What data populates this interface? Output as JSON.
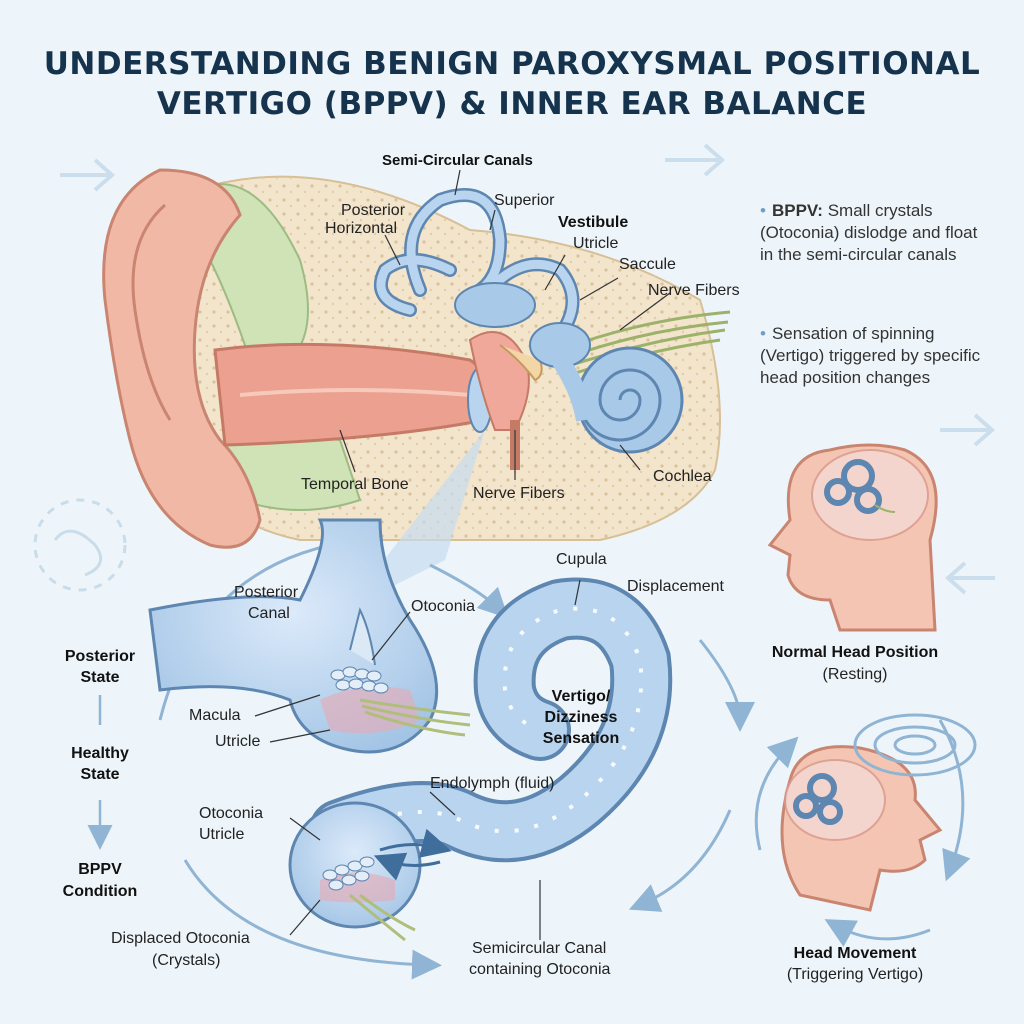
{
  "title": {
    "line1": "UNDERSTANDING BENIGN PAROXYSMAL POSITIONAL",
    "line2": "VERTIGO (BPPV) & INNER EAR BALANCE"
  },
  "ear_labels": {
    "semi_circular_canals": "Semi-Circular Canals",
    "superior": "Superior",
    "posterior": "Posterior",
    "horizontal": "Horizontal",
    "vestibule": "Vestibule",
    "utricle": "Utricle",
    "saccule": "Saccule",
    "nerve_fibers_top": "Nerve Fibers",
    "temporal_bone": "Temporal Bone",
    "nerve_fibers_bottom": "Nerve Fibers",
    "cochlea": "Cochlea"
  },
  "bullets": [
    {
      "bold": "BPPV:",
      "text": " Small crystals (Otoconia) dislodge and float in the semi-circular canals"
    },
    {
      "bold": "",
      "text": "Sensation of spinning (Vertigo) triggered by specific head position changes"
    }
  ],
  "detail_labels": {
    "posterior_canal_1": "Posterior",
    "posterior_canal_2": "Canal",
    "otoconia": "Otoconia",
    "macula": "Macula",
    "utricle": "Utricle",
    "cupula": "Cupula",
    "displacement": "Displacement",
    "vertigo_1": "Vertigo/",
    "vertigo_2": "Dizziness",
    "vertigo_3": "Sensation",
    "endolymph": "Endolymph (fluid)",
    "otoconia_2": "Otoconia",
    "utricle_2": "Utricle",
    "displaced_1": "Displaced Otoconia",
    "displaced_2": "(Crystals)",
    "canal_1": "Semicircular Canal",
    "canal_2": "containing Otoconia"
  },
  "states": {
    "posterior_1": "Posterior",
    "posterior_2": "State",
    "healthy_1": "Healthy",
    "healthy_2": "State",
    "bppv_1": "BPPV",
    "bppv_2": "Condition"
  },
  "heads": {
    "normal_title": "Normal Head Position",
    "normal_sub": "(Resting)",
    "movement_title": "Head Movement",
    "movement_sub": "(Triggering Vertigo)"
  },
  "colors": {
    "background": "#eef5fa",
    "title": "#16334d",
    "ear_skin": "#f2b8a6",
    "bone": "#f3e4cc",
    "canal_blue": "#a9c9e8",
    "canal_outline": "#5d86b0",
    "green_tissue": "#cfe3b6",
    "arrow": "#8fb4d4"
  }
}
